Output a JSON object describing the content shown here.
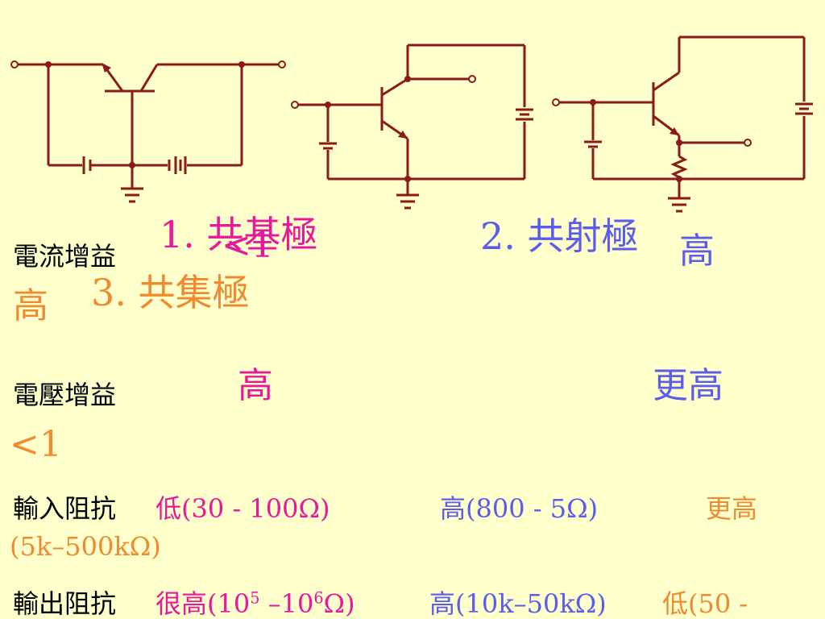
{
  "configs": {
    "cb": "1. 共基極",
    "ce": "2. 共射極",
    "cc": "3. 共集極"
  },
  "rows": {
    "current_gain": {
      "label": "電流增益",
      "cb": "<1",
      "ce": "高",
      "cc": "高"
    },
    "voltage_gain": {
      "label": "電壓增益",
      "cb": "高",
      "ce": "更高",
      "cc": "<1"
    },
    "input_impedance": {
      "label": "輸入阻抗",
      "cb": "低(30 - 100Ω)",
      "ce": "高(800 - 5Ω)",
      "cc_line1": "更高",
      "cc_line2": "(5k–500kΩ)"
    },
    "output_impedance": {
      "label": "輸出阻抗",
      "cb_prefix": "很高(10",
      "cb_exp1": "5",
      "cb_mid": " –10",
      "cb_exp2": "6",
      "cb_suffix": "Ω)",
      "ce": "高(10k–50kΩ)",
      "cc": "低(50 -"
    }
  },
  "colors": {
    "background": "#FFFFCC",
    "circuit": "#8B1A1A",
    "common_base": "#E8189C",
    "common_emitter": "#5B5BEE",
    "common_collector": "#F08A30"
  }
}
